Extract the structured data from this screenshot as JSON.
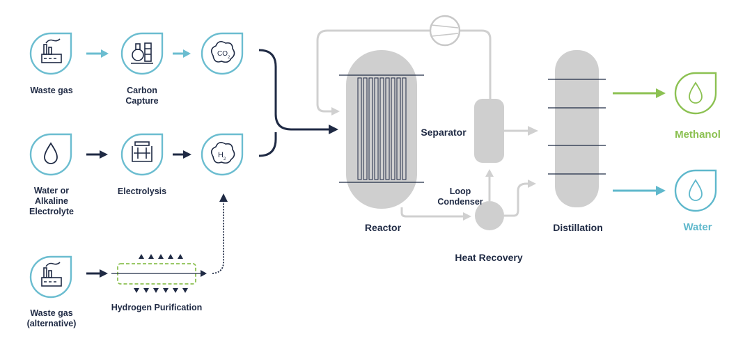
{
  "labels": {
    "waste_gas": "Waste gas",
    "carbon_capture": "Carbon\nCapture",
    "water_alkaline": "Water or\nAlkaline\nElectrolyte",
    "electrolysis": "Electrolysis",
    "waste_gas_alt": "Waste gas\n(alternative)",
    "hydrogen_purification": "Hydrogen Purification",
    "reactor": "Reactor",
    "separator": "Separator",
    "loop_condenser": "Loop\nCondenser",
    "heat_recovery": "Heat Recovery",
    "distillation": "Distillation",
    "methanol": "Methanol",
    "water": "Water"
  },
  "icon_text": {
    "co2": "CO",
    "co2_sub": "2",
    "h2": "H",
    "h2_sub": "2"
  },
  "colors": {
    "navy": "#1f2a44",
    "teal": "#5fb8cc",
    "green": "#8cc152",
    "gray": "#c8c8c8",
    "arrow_gray": "#d0d0d0"
  }
}
